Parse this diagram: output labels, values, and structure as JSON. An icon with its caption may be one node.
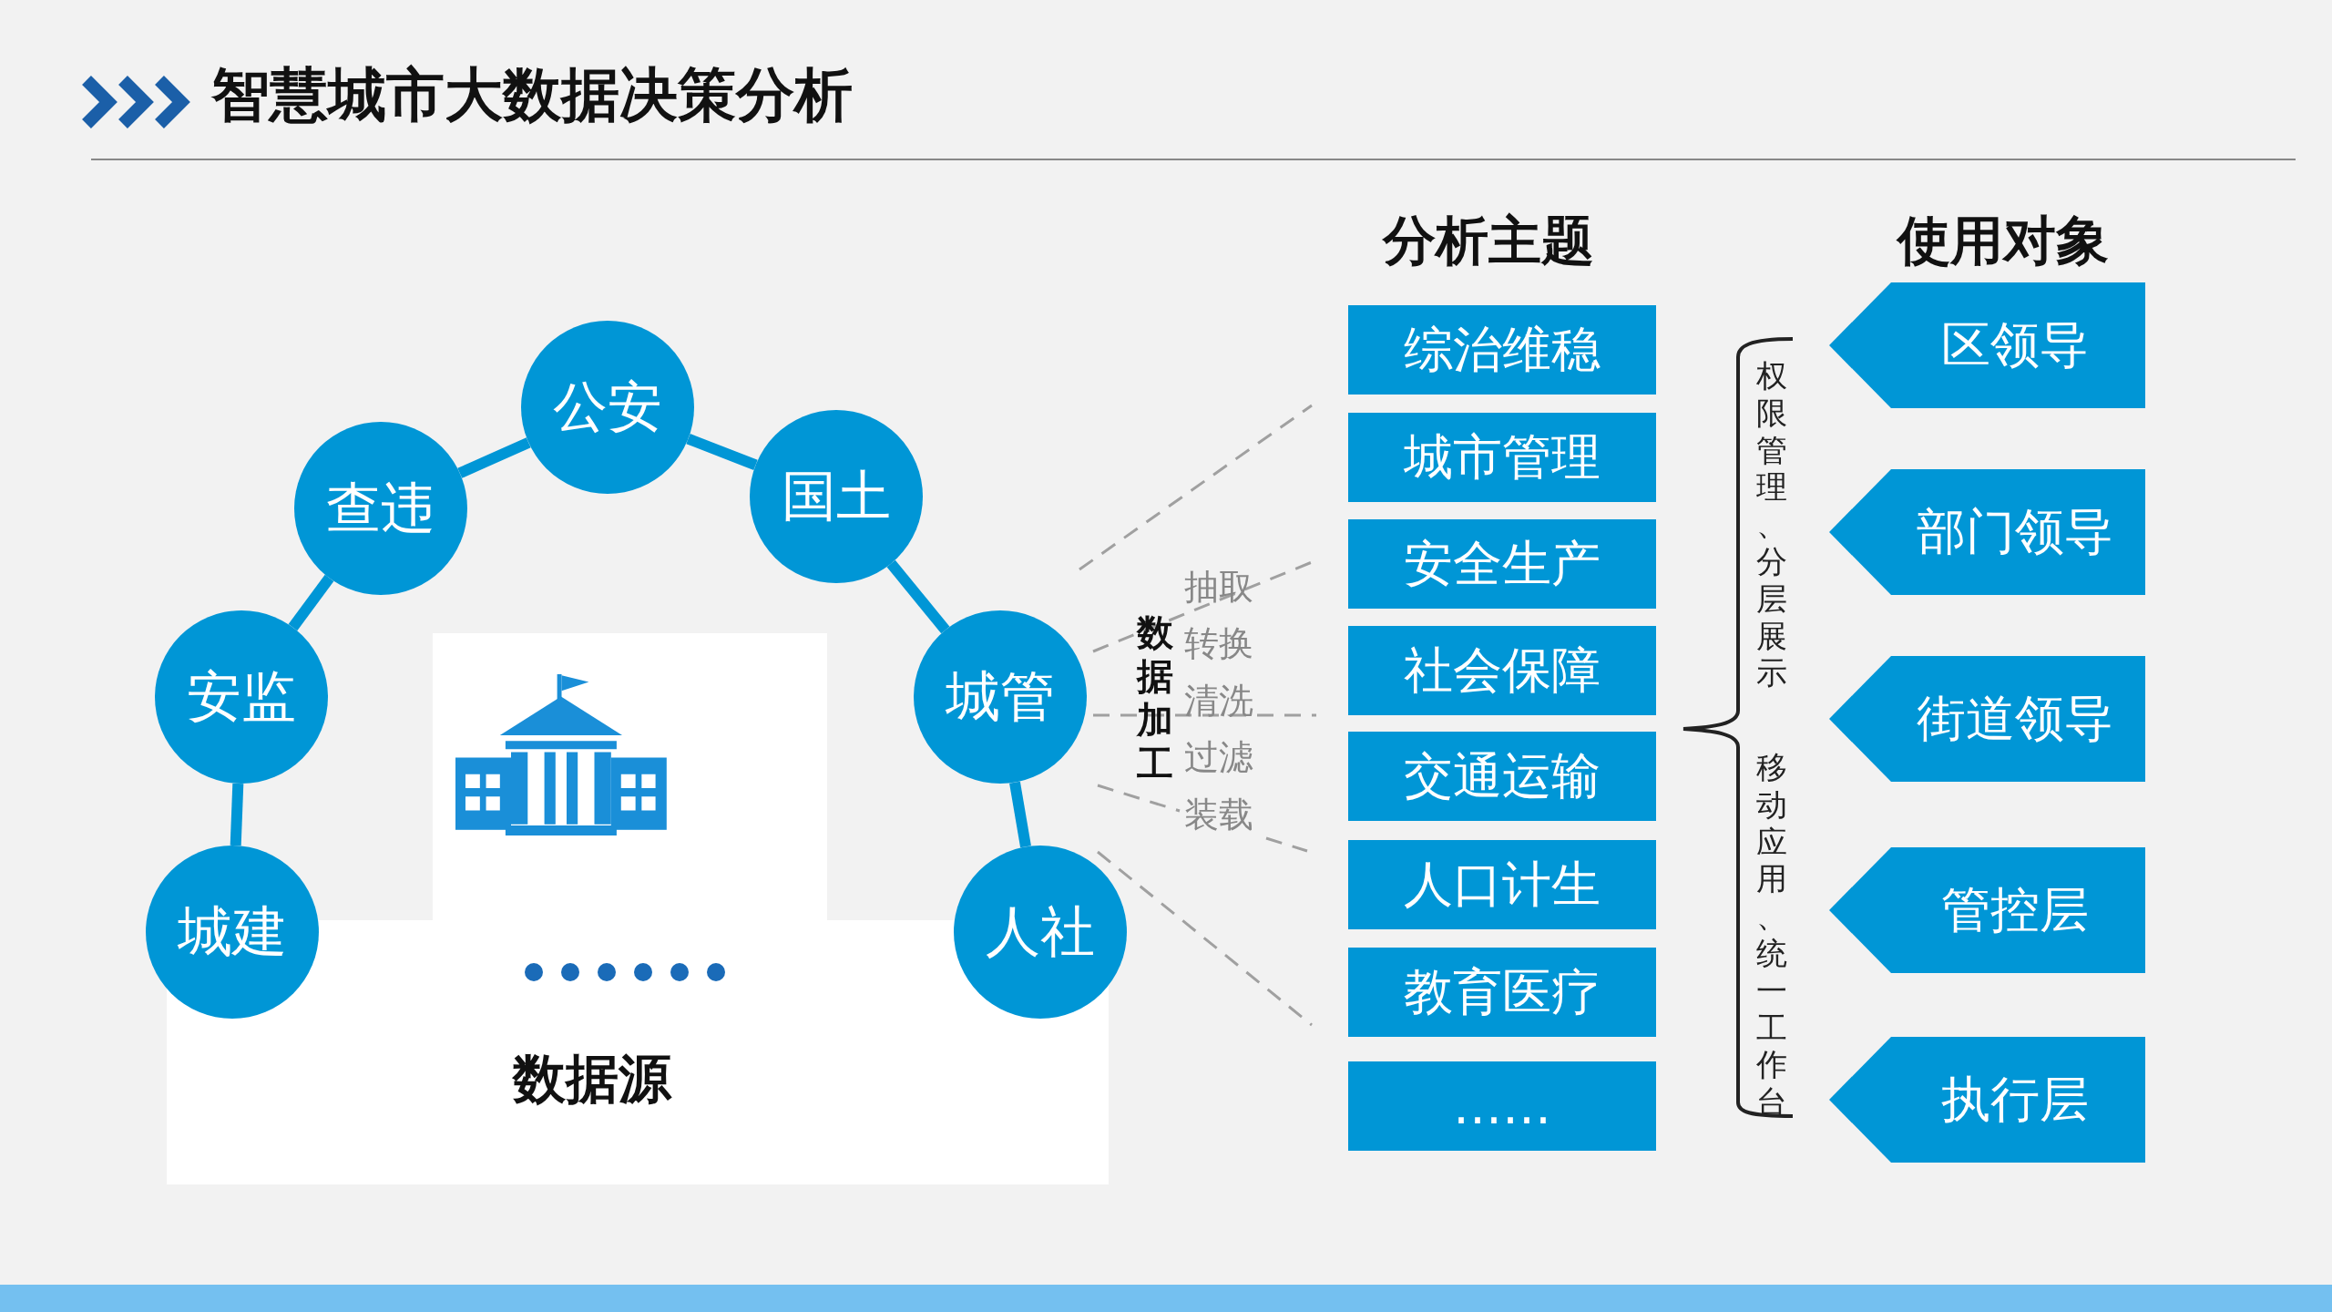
{
  "diagram": {
    "title": "智慧城市大数据决策分析",
    "nodes": [
      {
        "text": [
          "数据源"
        ]
      },
      {
        "text": [
          "城建"
        ]
      },
      {
        "text": [
          "安监"
        ]
      },
      {
        "text": [
          "查违"
        ]
      },
      {
        "text": [
          "公安"
        ]
      },
      {
        "text": [
          "国土"
        ]
      },
      {
        "text": [
          "城管"
        ]
      },
      {
        "text": [
          "人社"
        ]
      },
      {
        "text": [
          "综治维稳"
        ]
      },
      {
        "text": [
          "城市管理"
        ]
      },
      {
        "text": [
          "安全生产"
        ]
      },
      {
        "text": [
          "社会保障"
        ]
      },
      {
        "text": [
          "交通运输"
        ]
      },
      {
        "text": [
          "人口计生"
        ]
      },
      {
        "text": [
          "教育医疗"
        ]
      },
      {
        "text": [
          "……"
        ]
      },
      {
        "text": [
          "区领导"
        ]
      },
      {
        "text": [
          "部门领导"
        ]
      },
      {
        "text": [
          "街道领导"
        ]
      },
      {
        "text": [
          "管控层"
        ]
      },
      {
        "text": [
          "执行层"
        ]
      }
    ],
    "edges": [
      {
        "from": 1,
        "to": 2,
        "arrow": "none"
      },
      {
        "from": 2,
        "to": 3,
        "arrow": "none"
      },
      {
        "from": 3,
        "to": 4,
        "arrow": "none"
      },
      {
        "from": 4,
        "to": 5,
        "arrow": "none"
      },
      {
        "from": 5,
        "to": 6,
        "arrow": "none"
      },
      {
        "from": 6,
        "to": 7,
        "arrow": "none"
      }
    ],
    "labels": [
      "分析主题",
      "使用对象",
      "数据加工",
      "抽取",
      "转换",
      "清洗",
      "过滤",
      "装载",
      "权限管理、分层展示",
      "移动应用、统一工作台"
    ]
  }
}
